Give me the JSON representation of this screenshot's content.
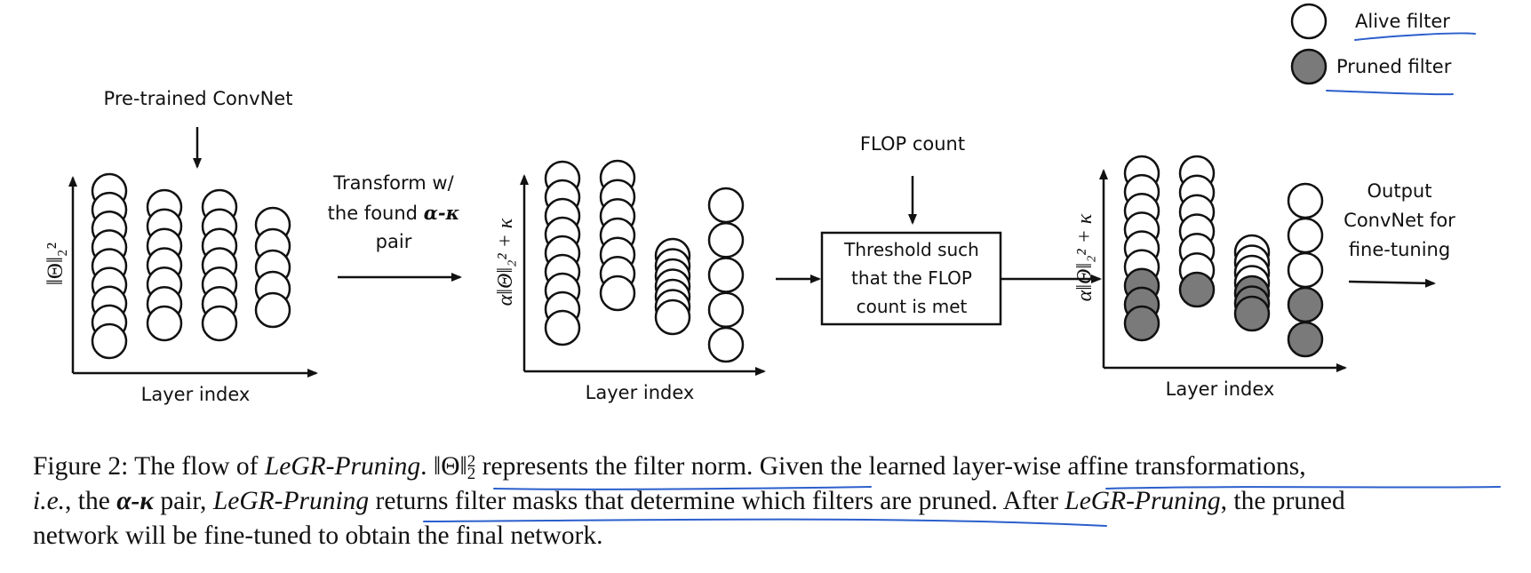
{
  "legend": {
    "alive_label": "Alive filter",
    "pruned_label": "Pruned filter"
  },
  "labels": {
    "pretrained": "Pre-trained ConvNet",
    "transform_l1": "Transform w/",
    "transform_l2a": "the found ",
    "transform_l2b": "α-κ",
    "transform_l3": "pair",
    "flop_count": "FLOP count",
    "threshold_l1": "Threshold such",
    "threshold_l2": "that the FLOP",
    "threshold_l3": "count is met",
    "output_l1": "Output",
    "output_l2": "ConvNet for",
    "output_l3": "fine-tuning",
    "layer_index": "Layer index"
  },
  "axes": {
    "panel1_ylabel": "‖Θ‖₂²",
    "panel2_ylabel": "α‖Θ‖₂² + κ",
    "panel3_ylabel": "α‖Θ‖₂² + κ"
  },
  "caption": {
    "fig_label": "Figure 2: The flow of ",
    "method": "LeGR-Pruning",
    "part1": ". ",
    "norm": "‖Θ‖",
    "part2": " represents the filter norm. Given the learned layer-wise affine transformations,",
    "ie": "i.e.",
    "part3": ", the ",
    "alpha_kappa": "α-κ",
    "part4": " pair, ",
    "part5": " returns filter masks that determine which filters are pruned. After ",
    "part6": ", the pruned",
    "line3": "network will be fine-tuned to obtain the final network."
  },
  "colors": {
    "alive_fill": "#ffffff",
    "pruned_fill": "#7a7a7a",
    "stroke": "#111111",
    "annotation": "#2b5fcc"
  }
}
